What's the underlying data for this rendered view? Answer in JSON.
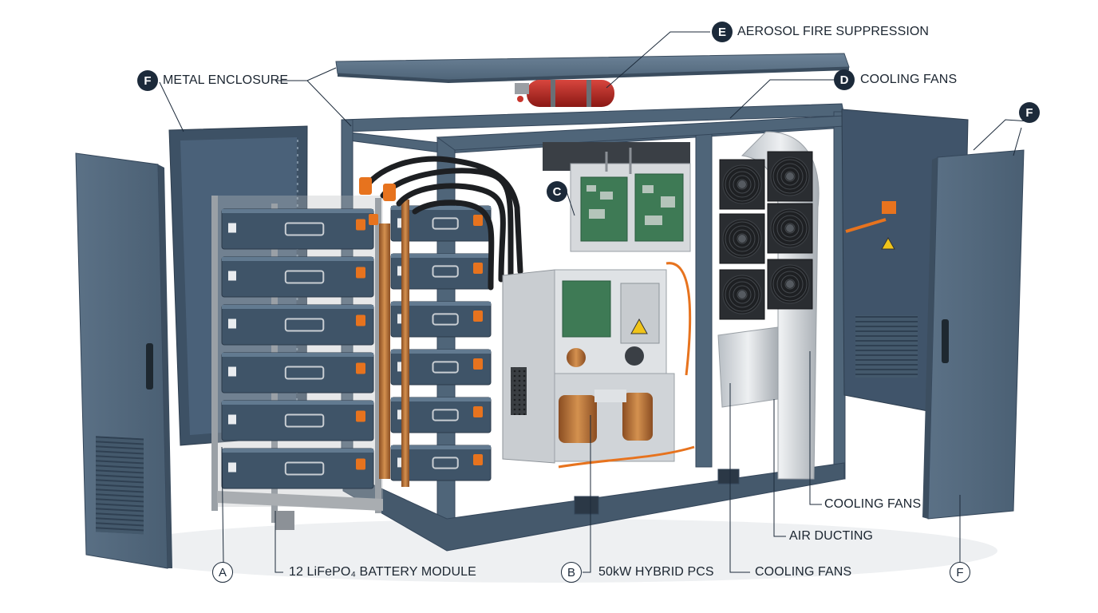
{
  "labels": {
    "metal_enclosure": {
      "letter": "F",
      "text": "METAL ENCLOSURE"
    },
    "aerosol": {
      "letter": "E",
      "text": "AEROSOL FIRE SUPPRESSION"
    },
    "cooling_fans_top": {
      "letter": "D",
      "text": "COOLING FANS"
    },
    "right_door": {
      "letter": "F"
    },
    "control_boards": {
      "letter": "C"
    },
    "battery": {
      "letter": "A",
      "text": "12 LiFePO₄ BATTERY MODULE"
    },
    "pcs": {
      "letter": "B",
      "text": "50kW HYBRID PCS"
    },
    "cooling_fans_bottom": {
      "text": "COOLING FANS"
    },
    "cooling_fans_mid": {
      "text": "COOLING FANS"
    },
    "air_ducting": {
      "text": "AIR DUCTING"
    },
    "right_bottom": {
      "letter": "F"
    }
  },
  "colors": {
    "steel_blue": "#4f6579",
    "steel_dark": "#34465a",
    "steel_light": "#6b8196",
    "copper": "#c07a3e",
    "orange": "#e7731e",
    "pcb_green": "#3e7a55",
    "fire_red": "#b3241f",
    "ink": "#1c2a3a"
  }
}
